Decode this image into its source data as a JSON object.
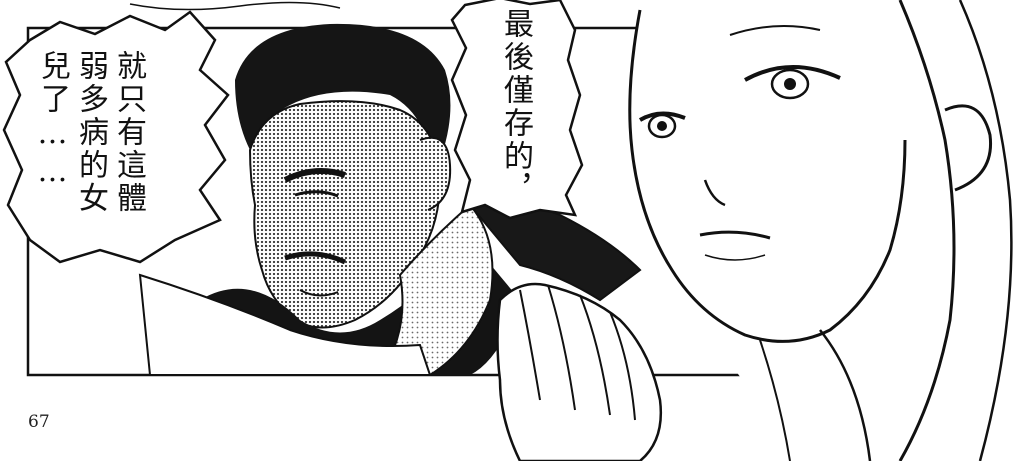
{
  "speech_left": {
    "columns": [
      "就只有這體",
      "弱多病的女",
      "兒了……"
    ]
  },
  "speech_mid": {
    "columns": [
      "最後僅存的，"
    ]
  },
  "page_number": "67",
  "colors": {
    "ink": "#111111",
    "paper": "#ffffff",
    "screentone": "#5a5a5a"
  }
}
